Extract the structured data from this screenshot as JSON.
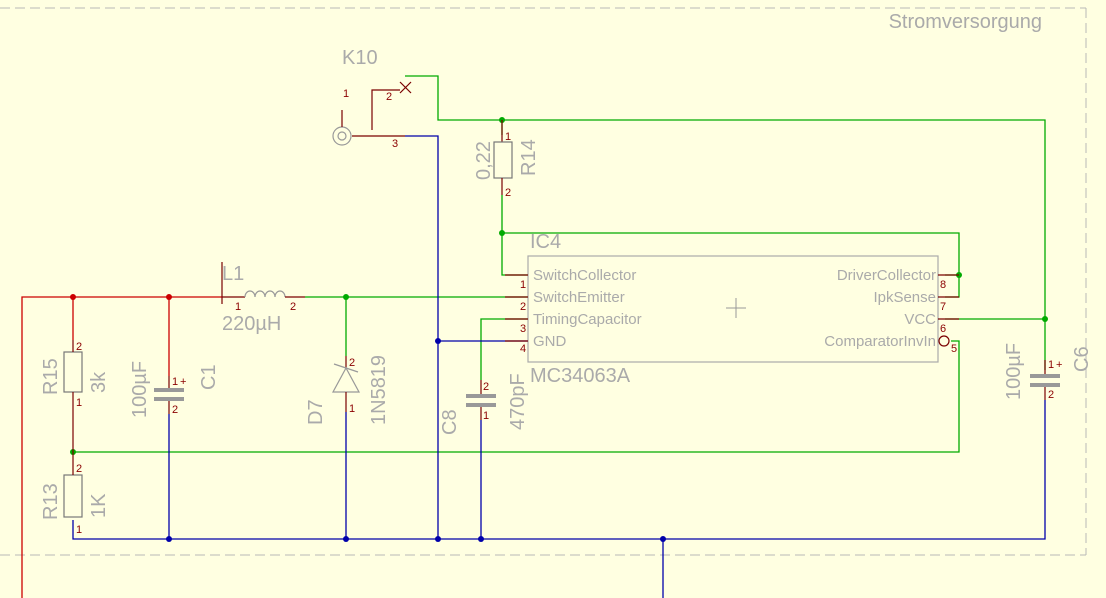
{
  "sheet": {
    "title": "Stromversorgung"
  },
  "ic4": {
    "ref": "IC4",
    "value": "MC34063A",
    "pins_left": [
      {
        "name": "SwitchCollector",
        "num": "1"
      },
      {
        "name": "SwitchEmitter",
        "num": "2"
      },
      {
        "name": "TimingCapacitor",
        "num": "3"
      },
      {
        "name": "GND",
        "num": "4"
      }
    ],
    "pins_right": [
      {
        "name": "DriverCollector",
        "num": "8"
      },
      {
        "name": "IpkSense",
        "num": "7"
      },
      {
        "name": "VCC",
        "num": "6"
      },
      {
        "name": "ComparatorInvIn",
        "num": "5"
      }
    ]
  },
  "k10": {
    "ref": "K10",
    "pin1": "1",
    "pin2": "2",
    "pin3": "3"
  },
  "r14": {
    "ref": "R14",
    "value": "0,22",
    "pin1": "1",
    "pin2": "2"
  },
  "l1": {
    "ref": "L1",
    "value": "220µH",
    "pin1": "1",
    "pin2": "2"
  },
  "r15": {
    "ref": "R15",
    "value": "3k",
    "pin1": "1",
    "pin2": "2"
  },
  "r13": {
    "ref": "R13",
    "value": "1K",
    "pin1": "1",
    "pin2": "2"
  },
  "c1": {
    "ref": "C1",
    "value": "100µF",
    "pin1": "1",
    "pin2": "2",
    "plus": "+"
  },
  "d7": {
    "ref": "D7",
    "value": "1N5819",
    "pin1": "1",
    "pin2": "2"
  },
  "c8": {
    "ref": "C8",
    "value": "470pF",
    "pin1": "1",
    "pin2": "2"
  },
  "c6": {
    "ref": "C6",
    "value": "100µF",
    "pin1": "1",
    "pin2": "2",
    "plus": "+"
  },
  "colors": {
    "background": "#ffffe1",
    "net_green": "#00aa00",
    "net_blue": "#0000aa",
    "net_red": "#cc0000",
    "label_gray": "#aaaaaa"
  }
}
